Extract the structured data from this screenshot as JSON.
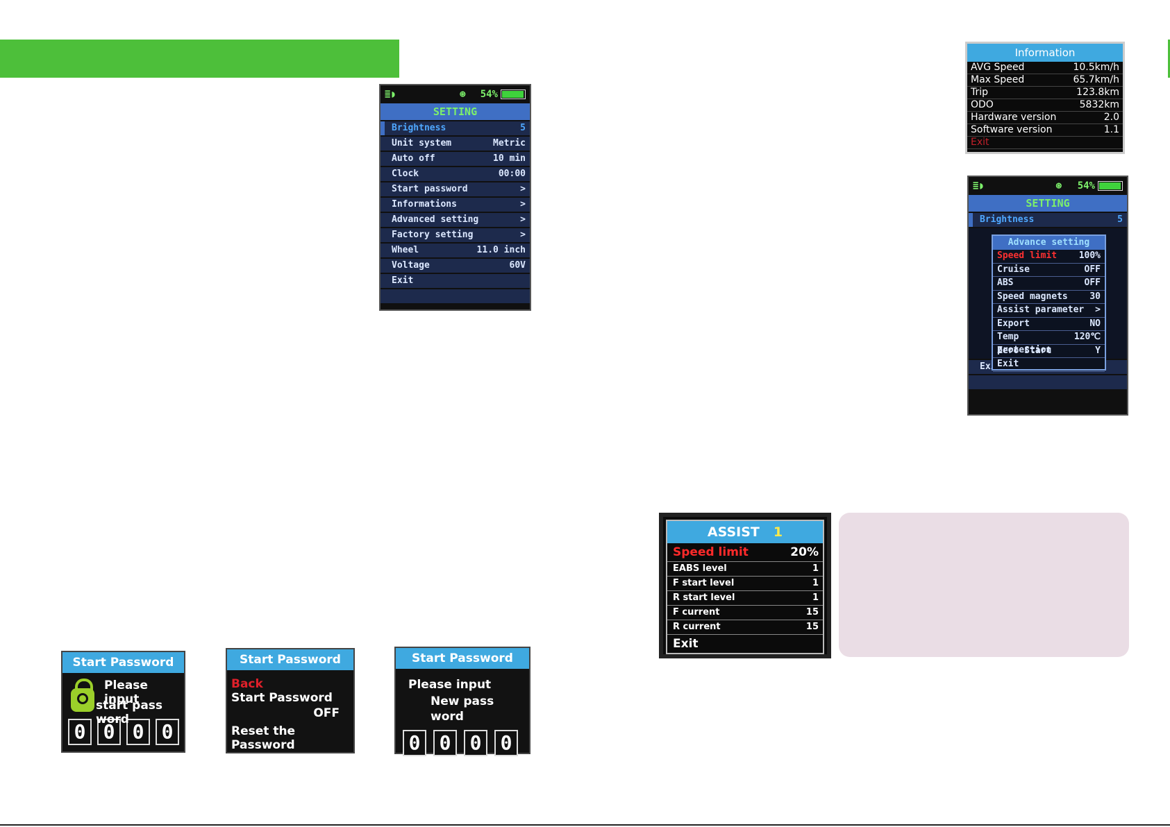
{
  "setting_screen": {
    "battery": "54%",
    "battery_level": 0.9,
    "title": "SETTING",
    "items": [
      {
        "label": "Brightness",
        "value": "5"
      },
      {
        "label": "Unit system",
        "value": "Metric"
      },
      {
        "label": "Auto off",
        "value": "10 min"
      },
      {
        "label": "Clock",
        "value": "00:00"
      },
      {
        "label": "Start password",
        "value": ">"
      },
      {
        "label": "Informations",
        "value": ">"
      },
      {
        "label": "Advanced setting",
        "value": ">"
      },
      {
        "label": "Factory setting",
        "value": ">"
      },
      {
        "label": "Wheel",
        "value": "11.0 inch"
      },
      {
        "label": "Voltage",
        "value": "60V"
      },
      {
        "label": "Exit",
        "value": ""
      }
    ]
  },
  "information_screen": {
    "title": "Information",
    "items": [
      {
        "label": "AVG Speed",
        "value": "10.5km/h"
      },
      {
        "label": "Max Speed",
        "value": "65.7km/h"
      },
      {
        "label": "Trip",
        "value": "123.8km"
      },
      {
        "label": "ODO",
        "value": "5832km"
      },
      {
        "label": "Hardware version",
        "value": "2.0"
      },
      {
        "label": "Software version",
        "value": "1.1"
      }
    ],
    "exit_label": "Exit"
  },
  "advanced_screen": {
    "battery": "54%",
    "battery_level": 0.9,
    "title": "SETTING",
    "brightness_label": "Brightness",
    "brightness_value": "5",
    "exit_label": "Exit",
    "popup": {
      "title": "Advance setting",
      "items": [
        {
          "label": "Speed limit",
          "value": "100%"
        },
        {
          "label": "Cruise",
          "value": "OFF"
        },
        {
          "label": "ABS",
          "value": "OFF"
        },
        {
          "label": "Speed magnets",
          "value": "30"
        },
        {
          "label": "Assist parameter",
          "value": ">"
        },
        {
          "label": "Export",
          "value": "NO"
        },
        {
          "label": "Temp protection",
          "value": "120℃"
        },
        {
          "label": "Zero Start",
          "value": "Y"
        },
        {
          "label": "Exit",
          "value": ""
        }
      ]
    }
  },
  "assist_screen": {
    "title": "ASSIST",
    "level": "1",
    "speed_limit_label": "Speed limit",
    "speed_limit_value": "20%",
    "items": [
      {
        "label": "EABS level",
        "value": "1"
      },
      {
        "label": "F start level",
        "value": "1"
      },
      {
        "label": "R start level",
        "value": "1"
      },
      {
        "label": "F current",
        "value": "15"
      },
      {
        "label": "R current",
        "value": "15"
      }
    ],
    "exit_label": "Exit"
  },
  "password_screens": {
    "enter": {
      "title": "Start Password",
      "line1": "Please input",
      "line2": "start pass word",
      "digits": [
        "0",
        "0",
        "0",
        "0"
      ]
    },
    "menu": {
      "title": "Start Password",
      "back": "Back",
      "line1": "Start Password",
      "value": "OFF",
      "reset": "Reset the Password"
    },
    "new": {
      "title": "Start Password",
      "line1": "Please input",
      "line2": "New pass word",
      "digits": [
        "0",
        "0",
        "0",
        "0"
      ]
    }
  },
  "colors": {
    "accent_green": "#4dbf3a",
    "lcd_blue": "#3f6fc4",
    "panel_cyan": "#3fa9e0",
    "alert_red": "#ff2a2a"
  }
}
